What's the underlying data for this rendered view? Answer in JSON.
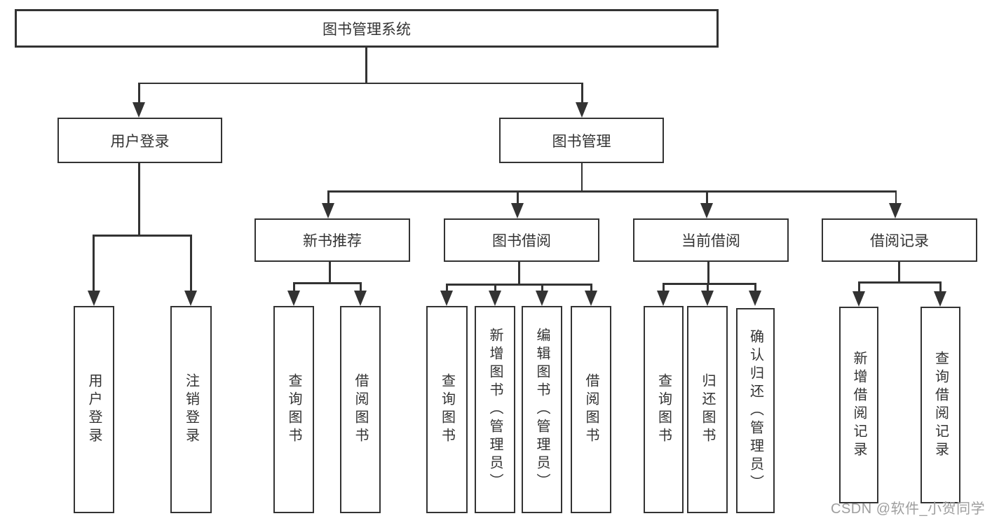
{
  "tree": {
    "root": {
      "label": "图书管理系统"
    },
    "branches": [
      {
        "label": "用户登录",
        "leaves": [
          {
            "label": "用户登录"
          },
          {
            "label": "注销登录"
          }
        ]
      },
      {
        "label": "图书管理",
        "groups": [
          {
            "label": "新书推荐",
            "leaves": [
              {
                "label": "查询图书"
              },
              {
                "label": "借阅图书"
              }
            ]
          },
          {
            "label": "图书借阅",
            "leaves": [
              {
                "label": "查询图书"
              },
              {
                "label": "新增图书（管理员）"
              },
              {
                "label": "编辑图书（管理员）"
              },
              {
                "label": "借阅图书"
              }
            ]
          },
          {
            "label": "当前借阅",
            "leaves": [
              {
                "label": "查询图书"
              },
              {
                "label": "归还图书"
              },
              {
                "label": "确认归还（管理员）"
              }
            ]
          },
          {
            "label": "借阅记录",
            "leaves": [
              {
                "label": "新增借阅记录"
              },
              {
                "label": "查询借阅记录"
              }
            ]
          }
        ]
      }
    ]
  },
  "watermark": {
    "text": "CSDN @软件_小贺同学"
  },
  "colors": {
    "line": "#333333",
    "text": "#333333",
    "watermark": "#9e9e9e",
    "background": "#ffffff"
  }
}
